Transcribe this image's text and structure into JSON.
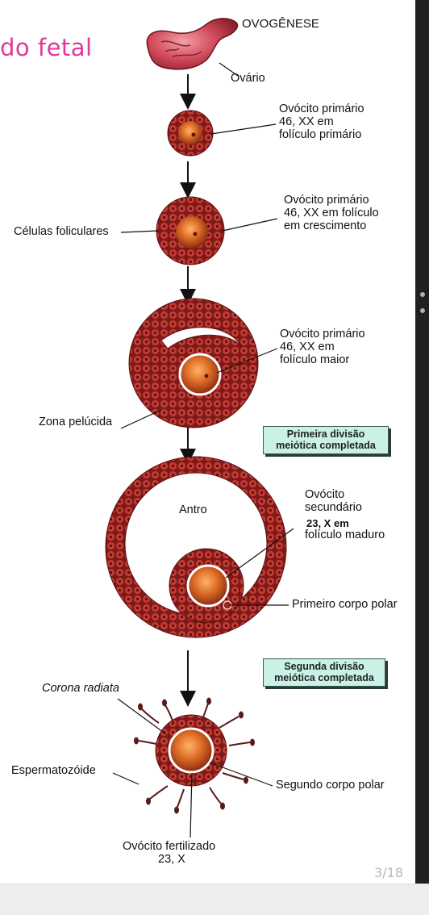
{
  "title_fragment": "do fetal",
  "diagram": {
    "heading": "OVOGÊNESE",
    "labels": {
      "ovario": "Ovário",
      "stage1": [
        "Ovócito primário",
        "46, XX em",
        "folículo primário"
      ],
      "stage2": [
        "Ovócito primário",
        "46, XX em folículo",
        "em crescimento"
      ],
      "celulas_foliculares": "Células foliculares",
      "stage3": [
        "Ovócito primário",
        "46, XX em",
        "folículo maior"
      ],
      "zona_pelucida": "Zona pelúcida",
      "antro": "Antro",
      "stage4": [
        "Ovócito",
        "secundário",
        "23, X  em",
        "folículo maduro"
      ],
      "primeiro_corpo_polar": "Primeiro corpo polar",
      "corona_radiata": "Corona radiata",
      "espermatozoide": "Espermatozóide",
      "segundo_corpo_polar": "Segundo corpo polar",
      "fertilizado": [
        "Ovócito fertilizado",
        "23, X"
      ]
    },
    "boxes": {
      "primeira": [
        "Primeira divisão",
        "meiótica completada"
      ],
      "segunda": [
        "Segunda divisão",
        "meiótica completada"
      ]
    }
  },
  "page_counter": "3/18",
  "colors": {
    "title_pink": "#e0389a",
    "cell_red": "#b5302c",
    "cell_dark": "#6e1414",
    "oocyte_orange": "#e0702a",
    "box_fill": "#c9f1e5"
  }
}
